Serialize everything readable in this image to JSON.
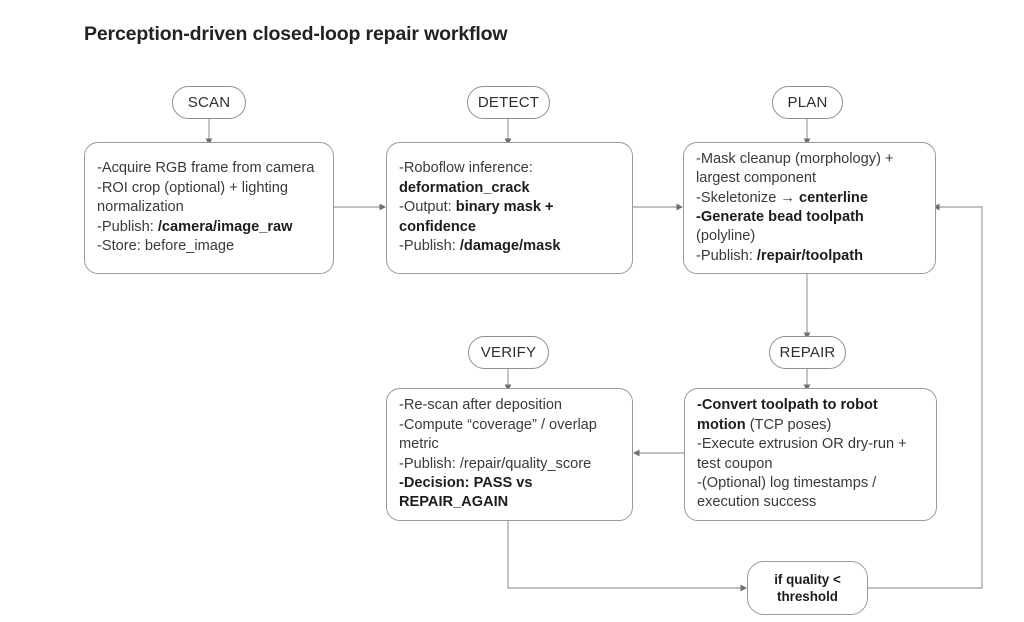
{
  "page": {
    "title": "Perception-driven closed-loop repair workflow",
    "line_color": "#9a9a9a",
    "text_color": "#3a3a3a",
    "background": "#ffffff"
  },
  "stages": {
    "scan": {
      "label": "SCAN"
    },
    "detect": {
      "label": "DETECT"
    },
    "plan": {
      "label": "PLAN"
    },
    "verify": {
      "label": "VERIFY"
    },
    "repair": {
      "label": "REPAIR"
    }
  },
  "cards": {
    "scan": {
      "lines": [
        [
          {
            "t": "-Acquire RGB frame from camera",
            "b": false
          }
        ],
        [
          {
            "t": "-ROI crop (optional) + lighting",
            "b": false
          }
        ],
        [
          {
            "t": "normalization",
            "b": false
          }
        ],
        [
          {
            "t": "-Publish: ",
            "b": false
          },
          {
            "t": "/camera/image_raw",
            "b": true
          }
        ],
        [
          {
            "t": "-Store: before_image",
            "b": false
          }
        ]
      ]
    },
    "detect": {
      "lines": [
        [
          {
            "t": "-Roboflow inference:",
            "b": false
          }
        ],
        [
          {
            "t": "deformation_crack",
            "b": true
          }
        ],
        [
          {
            "t": "-Output: ",
            "b": false
          },
          {
            "t": "binary mask +",
            "b": true
          }
        ],
        [
          {
            "t": "confidence",
            "b": true
          }
        ],
        [
          {
            "t": "-Publish: ",
            "b": false
          },
          {
            "t": "/damage/mask",
            "b": true
          }
        ]
      ]
    },
    "plan": {
      "lines": [
        [
          {
            "t": "-Mask cleanup (morphology) +",
            "b": false
          }
        ],
        [
          {
            "t": "largest component",
            "b": false
          }
        ],
        [
          {
            "t": "-Skeletonize → ",
            "b": false
          },
          {
            "t": "centerline",
            "b": true
          }
        ],
        [
          {
            "t": "-Generate bead toolpath",
            "b": true
          }
        ],
        [
          {
            "t": "(polyline)",
            "b": false
          }
        ],
        [
          {
            "t": "-Publish: ",
            "b": false
          },
          {
            "t": "/repair/toolpath",
            "b": true
          }
        ]
      ]
    },
    "verify": {
      "lines": [
        [
          {
            "t": "-Re-scan after deposition",
            "b": false
          }
        ],
        [
          {
            "t": "-Compute “coverage” / overlap",
            "b": false
          }
        ],
        [
          {
            "t": "metric",
            "b": false
          }
        ],
        [
          {
            "t": "-Publish: /repair/quality_score",
            "b": false
          }
        ],
        [
          {
            "t": "-Decision: PASS vs",
            "b": true
          }
        ],
        [
          {
            "t": "REPAIR_AGAIN",
            "b": true
          }
        ]
      ]
    },
    "repair": {
      "lines": [
        [
          {
            "t": "-Convert toolpath to robot",
            "b": true
          }
        ],
        [
          {
            "t": "motion",
            "b": true
          },
          {
            "t": " (TCP poses)",
            "b": false
          }
        ],
        [
          {
            "t": "-Execute extrusion OR dry-run +",
            "b": false
          }
        ],
        [
          {
            "t": "test coupon",
            "b": false
          }
        ],
        [
          {
            "t": "-(Optional) log timestamps /",
            "b": false
          }
        ],
        [
          {
            "t": "execution success",
            "b": false
          }
        ]
      ]
    }
  },
  "loop": {
    "label_line1": "if quality <",
    "label_line2": "threshold"
  }
}
